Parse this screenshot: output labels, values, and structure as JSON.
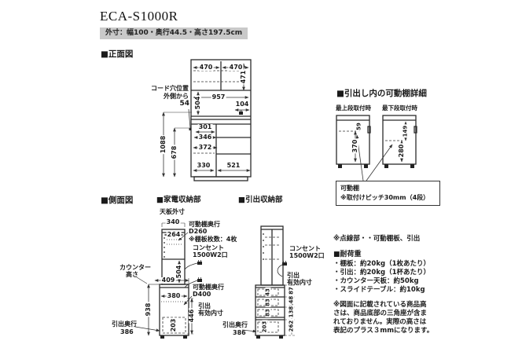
{
  "title": "ECA-S1000R",
  "subtitle": "外寸：幅100・奥行44.5・高さ197.5cm",
  "headers": {
    "front": "■正面図",
    "shelf_detail": "■引出し内の可動棚詳細",
    "side": "■側面図",
    "appliance": "■家電収納部",
    "drawer": "■引出収納部"
  },
  "front": {
    "cord1": "コード穴位置",
    "cord2": "外側から",
    "cord3": "54",
    "door_w_left": "470",
    "door_w_right": "470",
    "door_h": "471",
    "counter_w": "957",
    "open_h": "504",
    "outlet_w": "104",
    "w301": "301",
    "w346": "346",
    "w372": "372",
    "door_bottom_w": "330",
    "drawers_w": "521",
    "h_upper": "1088",
    "h_lower": "678"
  },
  "detail": {
    "cap_top": "最上段取付時",
    "cap_bottom": "最下段取付時",
    "top_gap": "59",
    "top_below": "370",
    "bottom_gap": "149",
    "bottom_below": "280",
    "box1": "可動棚",
    "box2": "※取付けピッチ30mm（4段）"
  },
  "appliance": {
    "top_caption": "天板外寸",
    "top_w": "340",
    "inner_w": "264",
    "shelf1_l1": "可動棚奥行",
    "shelf1_l2": "D260",
    "shelf1_l3": "※棚板枚数：4枚",
    "outlet_l1": "コンセント",
    "outlet_l2": "1500W2口",
    "open_h": "504",
    "counter_d": "409",
    "counter_l1": "カウンター",
    "counter_l2": "高さ",
    "counter_h": "938",
    "lower_w": "380",
    "shelf2_l1": "可動棚奥行",
    "shelf2_l2": "D400",
    "drawer_inner_h": "203",
    "drawer_space_h": "446",
    "eff_l1": "引出",
    "eff_l2": "有効内寸",
    "depth_l1": "引出奥行",
    "depth_l2": "386"
  },
  "drawer": {
    "outlet_l1": "コンセント",
    "outlet_l2": "1500W2口",
    "eff_l1": "引出",
    "eff_l2": "有効内寸",
    "inner": [
      "43",
      "83",
      "83",
      "203"
    ],
    "outer": [
      "87",
      "148",
      "138",
      "262"
    ],
    "depth_l1": "引出奥行",
    "depth_l2": "386"
  },
  "notes": {
    "dotted": "※点線部・・可動棚板、引出",
    "load_title": "■耐荷重",
    "load1": "・棚板：約20kg（1枚あたり）",
    "load2": "・引出：約20kg（1杯あたり）",
    "load3": "・カウンター天板：約50kg",
    "load4": "・スライドテーブル：約10kg",
    "note1": "※図面に記載されている商品高",
    "note2": "さは、商品底部の三角座が含ま",
    "note3": "れておりません。実際の高さは",
    "note4": "表記のプラス３mmになります。"
  }
}
